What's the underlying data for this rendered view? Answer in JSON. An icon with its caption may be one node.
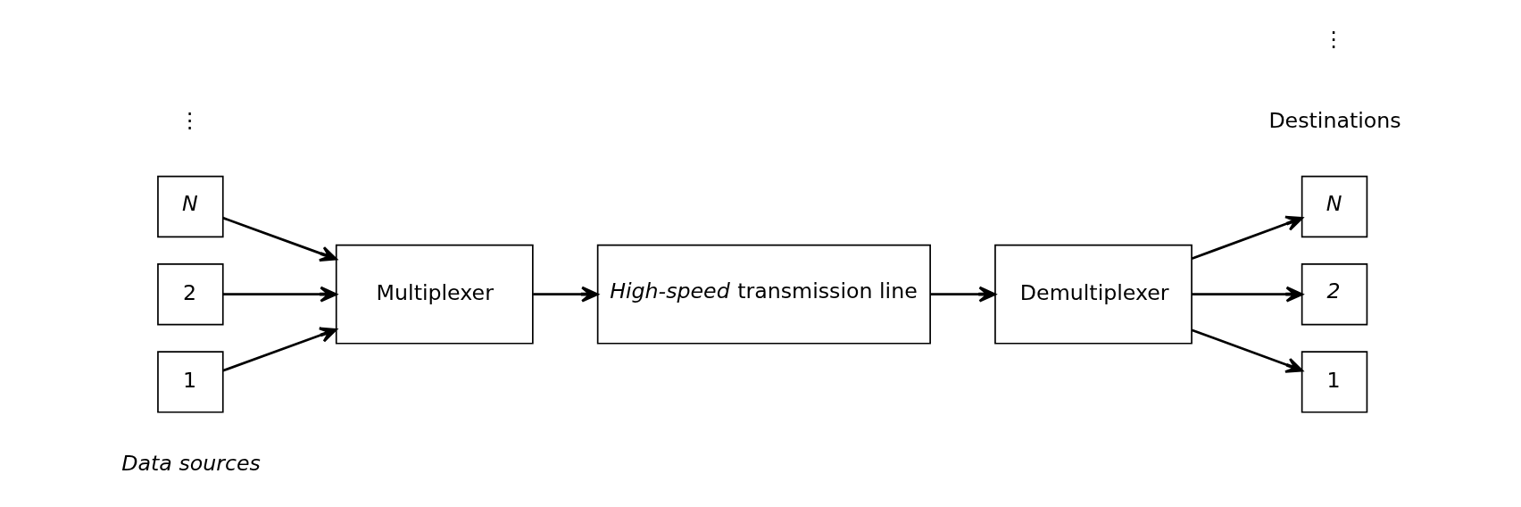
{
  "diagram": {
    "nodes": [
      {
        "text": [
          "1"
        ]
      },
      {
        "text": [
          "2"
        ]
      },
      {
        "text": [
          "N"
        ]
      },
      {
        "text": [
          "Multiplexer"
        ]
      },
      {
        "text": [
          "*High-speed* transmission line"
        ]
      },
      {
        "text": [
          "Demultiplexer"
        ]
      },
      {
        "text": [
          "1"
        ]
      },
      {
        "text": [
          "2"
        ]
      },
      {
        "text": [
          "N"
        ]
      }
    ],
    "edges": [
      {
        "from": 0,
        "to": 3,
        "arrow": "to"
      },
      {
        "from": 1,
        "to": 3,
        "arrow": "to"
      },
      {
        "from": 2,
        "to": 3,
        "arrow": "to"
      },
      {
        "from": 3,
        "to": 4,
        "arrow": "to"
      },
      {
        "from": 4,
        "to": 5,
        "arrow": "to"
      },
      {
        "from": 5,
        "to": 6,
        "arrow": "to"
      },
      {
        "from": 5,
        "to": 7,
        "arrow": "to"
      },
      {
        "from": 5,
        "to": 8,
        "arrow": "to"
      }
    ],
    "labels": [
      "⋮",
      "⋮",
      "Data sources",
      "Destinations"
    ]
  }
}
